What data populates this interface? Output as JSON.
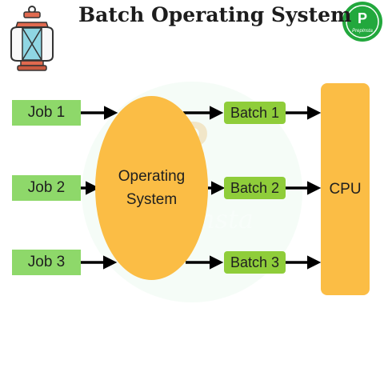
{
  "title": "Batch Operating System",
  "logo": {
    "letter": "P",
    "text": "PrepInsta"
  },
  "watermark": {
    "letter": "P",
    "text": "PrepInsta"
  },
  "jobs": [
    "Job 1",
    "Job 2",
    "Job 3"
  ],
  "os": {
    "line1": "Operating",
    "line2": "System"
  },
  "batches": [
    "Batch 1",
    "Batch 2",
    "Batch 3"
  ],
  "cpu": "CPU",
  "colors": {
    "job": "#8ed86a",
    "batch": "#8fcd3a",
    "os": "#fbbd45",
    "cpu": "#fbbd45",
    "arrow": "#000000",
    "logo": "#22a83d",
    "lantern": "#d9654a"
  }
}
